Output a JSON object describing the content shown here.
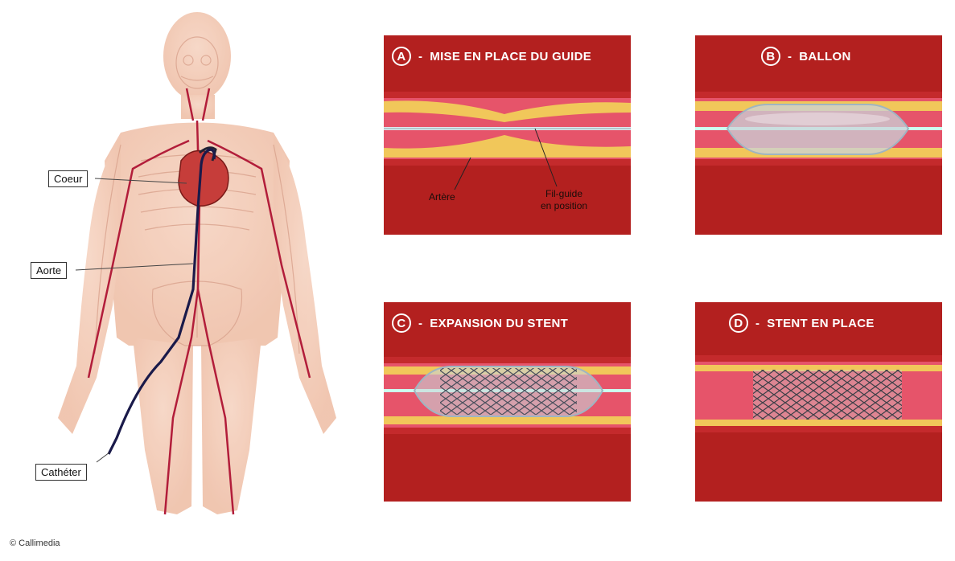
{
  "figure": {
    "callouts": {
      "heart": "Coeur",
      "aorta": "Aorte",
      "catheter": "Cathéter"
    }
  },
  "panels": [
    {
      "letter": "A",
      "title": "MISE EN PLACE DU GUIDE"
    },
    {
      "letter": "B",
      "title": "BALLON"
    },
    {
      "letter": "C",
      "title": "EXPANSION DU STENT"
    },
    {
      "letter": "D",
      "title": "STENT EN PLACE"
    }
  ],
  "panel_a_labels": {
    "artery": "Artère",
    "guidewire_line1": "Fil-guide",
    "guidewire_line2": "en position"
  },
  "copyright": "© Callimedia",
  "colors": {
    "panel_bg": "#b3201f",
    "vessel_red": "#c42a2c",
    "plaque": "#f1c75a",
    "catheter": "#1a1a4a"
  }
}
